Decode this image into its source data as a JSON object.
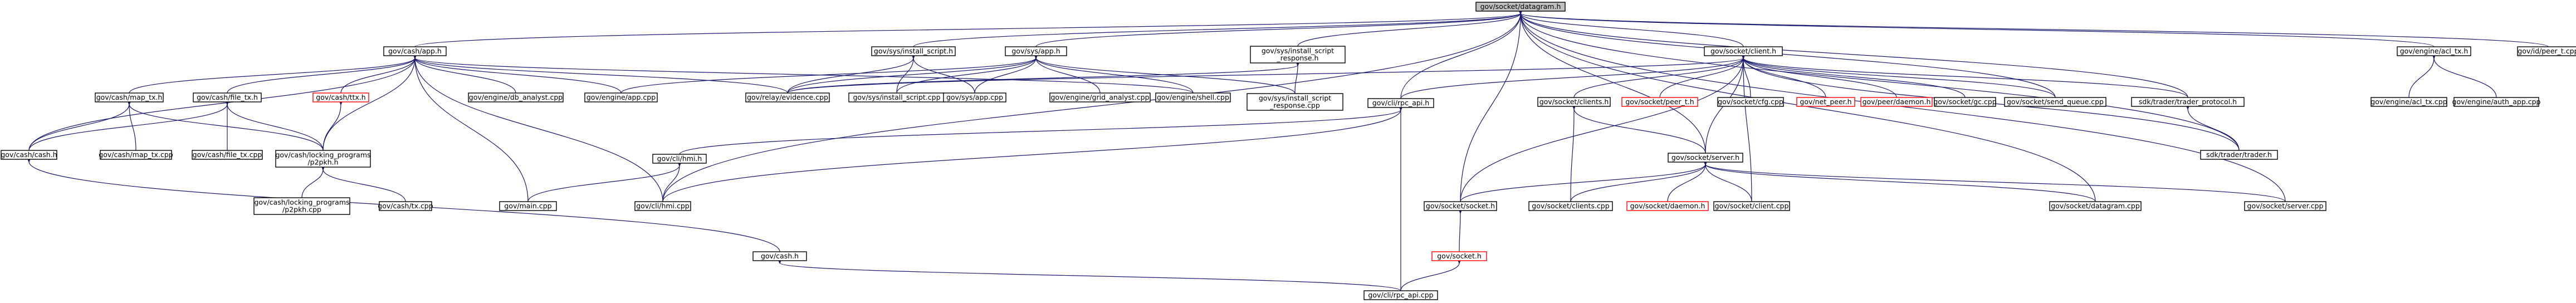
{
  "graph": {
    "title": "",
    "colors": {
      "edge": "#191970",
      "node_border": "#000000",
      "missing_node_border": "#ff0000",
      "root_fill": "#bfbfbf",
      "node_fill": "#ffffff"
    },
    "nodes": [
      {
        "id": "datagram_h",
        "label": "gov/socket/datagram.h",
        "root": true
      },
      {
        "id": "cash_app_h",
        "label": "gov/cash/app.h"
      },
      {
        "id": "sys_install_script_h",
        "label": "gov/sys/install_script.h"
      },
      {
        "id": "sys_install_script_response_h",
        "label": "gov/sys/install_script\n_response.h"
      },
      {
        "id": "sys_app_h",
        "label": "gov/sys/app.h"
      },
      {
        "id": "socket_client_h",
        "label": "gov/socket/client.h"
      },
      {
        "id": "engine_acl_tx_h",
        "label": "gov/engine/acl_tx.h"
      },
      {
        "id": "id_peer_t_cpp",
        "label": "gov/id/peer_t.cpp"
      },
      {
        "id": "cash_map_tx_h",
        "label": "gov/cash/map_tx.h"
      },
      {
        "id": "cash_file_tx_h",
        "label": "gov/cash/file_tx.h"
      },
      {
        "id": "cash_ttx_h",
        "label": "gov/cash/ttx.h",
        "missing": true
      },
      {
        "id": "engine_db_analyst_cpp",
        "label": "gov/engine/db_analyst.cpp"
      },
      {
        "id": "engine_app_cpp",
        "label": "gov/engine/app.cpp"
      },
      {
        "id": "relay_evidence_cpp",
        "label": "gov/relay/evidence.cpp"
      },
      {
        "id": "sys_install_script_cpp",
        "label": "gov/sys/install_script.cpp"
      },
      {
        "id": "sys_app_cpp",
        "label": "gov/sys/app.cpp"
      },
      {
        "id": "engine_grid_analyst_cpp",
        "label": "gov/engine/grid_analyst.cpp"
      },
      {
        "id": "engine_shell_cpp",
        "label": "gov/engine/shell.cpp"
      },
      {
        "id": "sys_install_script_response_cpp",
        "label": "gov/sys/install_script\n_response.cpp"
      },
      {
        "id": "cli_rpc_api_h",
        "label": "gov/cli/rpc_api.h"
      },
      {
        "id": "socket_clients_h",
        "label": "gov/socket/clients.h"
      },
      {
        "id": "socket_peer_t_h",
        "label": "gov/socket/peer_t.h",
        "missing": true
      },
      {
        "id": "socket_cfg_cpp",
        "label": "gov/socket/cfg.cpp"
      },
      {
        "id": "net_peer_h",
        "label": "gov/net_peer.h",
        "missing": true
      },
      {
        "id": "peer_daemon_h",
        "label": "gov/peer/daemon.h",
        "missing": true
      },
      {
        "id": "socket_gc_cpp",
        "label": "gov/socket/gc.cpp"
      },
      {
        "id": "socket_send_queue_cpp",
        "label": "gov/socket/send_queue.cpp"
      },
      {
        "id": "trader_protocol_h",
        "label": "sdk/trader/trader_protocol.h"
      },
      {
        "id": "engine_acl_tx_cpp",
        "label": "gov/engine/acl_tx.cpp"
      },
      {
        "id": "engine_auth_app_cpp",
        "label": "gov/engine/auth_app.cpp"
      },
      {
        "id": "cash_cash_h",
        "label": "gov/cash/cash.h"
      },
      {
        "id": "cash_map_tx_cpp",
        "label": "gov/cash/map_tx.cpp"
      },
      {
        "id": "cash_file_tx_cpp",
        "label": "gov/cash/file_tx.cpp"
      },
      {
        "id": "locking_programs_p2pkh_h",
        "label": "gov/cash/locking_programs\n/p2pkh.h"
      },
      {
        "id": "cli_hmi_h",
        "label": "gov/cli/hmi.h"
      },
      {
        "id": "socket_server_h",
        "label": "gov/socket/server.h"
      },
      {
        "id": "trader_trader_h",
        "label": "sdk/trader/trader.h"
      },
      {
        "id": "locking_programs_p2pkh_cpp",
        "label": "gov/cash/locking_programs\n/p2pkh.cpp"
      },
      {
        "id": "cash_tx_cpp",
        "label": "gov/cash/tx.cpp"
      },
      {
        "id": "gov_main_cpp",
        "label": "gov/main.cpp"
      },
      {
        "id": "cli_hmi_cpp",
        "label": "gov/cli/hmi.cpp"
      },
      {
        "id": "socket_socket_h",
        "label": "gov/socket/socket.h"
      },
      {
        "id": "socket_clients_cpp",
        "label": "gov/socket/clients.cpp"
      },
      {
        "id": "socket_daemon_h",
        "label": "gov/socket/daemon.h",
        "missing": true
      },
      {
        "id": "socket_client_cpp",
        "label": "gov/socket/client.cpp"
      },
      {
        "id": "socket_datagram_cpp",
        "label": "gov/socket/datagram.cpp"
      },
      {
        "id": "socket_server_cpp",
        "label": "gov/socket/server.cpp"
      },
      {
        "id": "gov_cash_h",
        "label": "gov/cash.h"
      },
      {
        "id": "gov_socket_h",
        "label": "gov/socket.h",
        "missing": true
      },
      {
        "id": "cli_rpc_api_cpp",
        "label": "gov/cli/rpc_api.cpp"
      }
    ],
    "edges": [
      [
        "datagram_h",
        "cash_app_h"
      ],
      [
        "datagram_h",
        "sys_install_script_h"
      ],
      [
        "datagram_h",
        "sys_install_script_response_h"
      ],
      [
        "datagram_h",
        "sys_app_h"
      ],
      [
        "datagram_h",
        "socket_client_h"
      ],
      [
        "datagram_h",
        "engine_acl_tx_h"
      ],
      [
        "datagram_h",
        "id_peer_t_cpp"
      ],
      [
        "datagram_h",
        "cli_rpc_api_h"
      ],
      [
        "datagram_h",
        "cli_hmi_cpp"
      ],
      [
        "datagram_h",
        "socket_socket_h"
      ],
      [
        "datagram_h",
        "socket_server_h"
      ],
      [
        "datagram_h",
        "socket_datagram_cpp"
      ],
      [
        "datagram_h",
        "socket_server_cpp"
      ],
      [
        "datagram_h",
        "socket_send_queue_cpp"
      ],
      [
        "datagram_h",
        "trader_protocol_h"
      ],
      [
        "datagram_h",
        "trader_trader_h"
      ],
      [
        "cash_app_h",
        "cash_map_tx_h"
      ],
      [
        "cash_app_h",
        "cash_file_tx_h"
      ],
      [
        "cash_app_h",
        "cash_ttx_h"
      ],
      [
        "cash_app_h",
        "engine_db_analyst_cpp"
      ],
      [
        "cash_app_h",
        "engine_app_cpp"
      ],
      [
        "cash_app_h",
        "relay_evidence_cpp"
      ],
      [
        "cash_app_h",
        "cash_cash_h"
      ],
      [
        "cash_app_h",
        "locking_programs_p2pkh_h"
      ],
      [
        "cash_app_h",
        "gov_main_cpp"
      ],
      [
        "cash_app_h",
        "cli_hmi_cpp"
      ],
      [
        "cash_app_h",
        "engine_shell_cpp"
      ],
      [
        "sys_install_script_h",
        "relay_evidence_cpp"
      ],
      [
        "sys_install_script_h",
        "sys_install_script_cpp"
      ],
      [
        "sys_install_script_h",
        "sys_app_cpp"
      ],
      [
        "sys_install_script_response_h",
        "sys_install_script_response_cpp"
      ],
      [
        "sys_install_script_response_h",
        "relay_evidence_cpp"
      ],
      [
        "sys_app_h",
        "relay_evidence_cpp"
      ],
      [
        "sys_app_h",
        "sys_install_script_cpp"
      ],
      [
        "sys_app_h",
        "sys_app_cpp"
      ],
      [
        "sys_app_h",
        "engine_grid_analyst_cpp"
      ],
      [
        "sys_app_h",
        "engine_shell_cpp"
      ],
      [
        "sys_app_h",
        "sys_install_script_response_cpp"
      ],
      [
        "sys_app_h",
        "engine_app_cpp"
      ],
      [
        "socket_client_h",
        "cli_rpc_api_h"
      ],
      [
        "socket_client_h",
        "socket_clients_h"
      ],
      [
        "socket_client_h",
        "socket_peer_t_h"
      ],
      [
        "socket_client_h",
        "socket_cfg_cpp"
      ],
      [
        "socket_client_h",
        "net_peer_h"
      ],
      [
        "socket_client_h",
        "peer_daemon_h"
      ],
      [
        "socket_client_h",
        "socket_gc_cpp"
      ],
      [
        "socket_client_h",
        "socket_send_queue_cpp"
      ],
      [
        "socket_client_h",
        "trader_protocol_h"
      ],
      [
        "socket_client_h",
        "socket_server_h"
      ],
      [
        "socket_client_h",
        "socket_client_cpp"
      ],
      [
        "socket_client_h",
        "socket_socket_h"
      ],
      [
        "socket_client_h",
        "trader_trader_h"
      ],
      [
        "socket_client_h",
        "relay_evidence_cpp"
      ],
      [
        "engine_acl_tx_h",
        "engine_acl_tx_cpp"
      ],
      [
        "engine_acl_tx_h",
        "engine_auth_app_cpp"
      ],
      [
        "cash_map_tx_h",
        "cash_cash_h"
      ],
      [
        "cash_map_tx_h",
        "cash_map_tx_cpp"
      ],
      [
        "cash_map_tx_h",
        "locking_programs_p2pkh_h"
      ],
      [
        "cash_file_tx_h",
        "cash_cash_h"
      ],
      [
        "cash_file_tx_h",
        "cash_file_tx_cpp"
      ],
      [
        "cash_file_tx_h",
        "locking_programs_p2pkh_h"
      ],
      [
        "cash_ttx_h",
        "locking_programs_p2pkh_h"
      ],
      [
        "locking_programs_p2pkh_h",
        "locking_programs_p2pkh_cpp"
      ],
      [
        "locking_programs_p2pkh_h",
        "cash_tx_cpp"
      ],
      [
        "cash_cash_h",
        "gov_cash_h"
      ],
      [
        "cli_rpc_api_h",
        "cli_hmi_h"
      ],
      [
        "cli_rpc_api_h",
        "cli_hmi_cpp"
      ],
      [
        "cli_rpc_api_h",
        "cli_rpc_api_cpp"
      ],
      [
        "cli_hmi_h",
        "gov_main_cpp"
      ],
      [
        "cli_hmi_h",
        "cli_hmi_cpp"
      ],
      [
        "socket_clients_h",
        "socket_server_h"
      ],
      [
        "socket_clients_h",
        "socket_clients_cpp"
      ],
      [
        "socket_server_h",
        "socket_socket_h"
      ],
      [
        "socket_server_h",
        "socket_daemon_h"
      ],
      [
        "socket_server_h",
        "socket_client_cpp"
      ],
      [
        "socket_server_h",
        "socket_clients_cpp"
      ],
      [
        "socket_server_h",
        "socket_datagram_cpp"
      ],
      [
        "socket_server_h",
        "socket_server_cpp"
      ],
      [
        "trader_protocol_h",
        "trader_trader_h"
      ],
      [
        "socket_socket_h",
        "gov_socket_h"
      ],
      [
        "gov_socket_h",
        "cli_rpc_api_cpp"
      ],
      [
        "gov_cash_h",
        "cli_rpc_api_cpp"
      ]
    ]
  }
}
